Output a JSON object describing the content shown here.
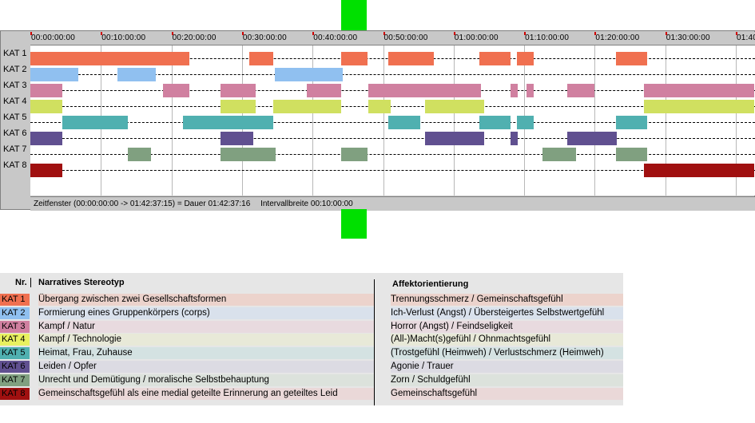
{
  "timeline": {
    "ticks": [
      "00:00:00:00",
      "00:10:00:00",
      "00:20:00:00",
      "00:30:00:00",
      "00:40:00:00",
      "00:50:00:00",
      "01:00:00:00",
      "01:10:00:00",
      "01:20:00:00",
      "01:30:00:00",
      "01:40"
    ],
    "categories": [
      {
        "label": "KAT 1",
        "color": "#f07050",
        "segments": [
          [
            0,
            22.5
          ],
          [
            31,
            34.4
          ],
          [
            44,
            47.8
          ],
          [
            50.7,
            57.2
          ],
          [
            63.6,
            68.1
          ],
          [
            69,
            71.4
          ],
          [
            83,
            87.4
          ]
        ]
      },
      {
        "label": "KAT 2",
        "color": "#90c0f0",
        "segments": [
          [
            0,
            6.8
          ],
          [
            12.4,
            17.8
          ],
          [
            34.7,
            44.3
          ]
        ]
      },
      {
        "label": "KAT 3",
        "color": "#d080a0",
        "segments": [
          [
            0,
            4.5
          ],
          [
            18.8,
            22.5
          ],
          [
            26.9,
            31.9
          ],
          [
            39.2,
            44.1
          ],
          [
            47.9,
            63.9
          ],
          [
            68.1,
            69.1
          ],
          [
            70.3,
            71.4
          ],
          [
            76.1,
            79.9
          ],
          [
            87,
            102.6
          ]
        ]
      },
      {
        "label": "KAT 4",
        "color": "#d0e060",
        "segments": [
          [
            0,
            4.5
          ],
          [
            26.9,
            31.9
          ],
          [
            34.4,
            44.1
          ],
          [
            47.9,
            51.1
          ],
          [
            55.9,
            64.3
          ],
          [
            87,
            102.6
          ]
        ]
      },
      {
        "label": "KAT 5",
        "color": "#50b0b0",
        "segments": [
          [
            4.5,
            13.8
          ],
          [
            21.6,
            34.4
          ],
          [
            50.7,
            55.3
          ],
          [
            63.6,
            68.1
          ],
          [
            69,
            71.4
          ],
          [
            83,
            87.4
          ]
        ]
      },
      {
        "label": "KAT 6",
        "color": "#605090",
        "segments": [
          [
            0,
            4.5
          ],
          [
            26.9,
            31.6
          ],
          [
            55.9,
            64.3
          ],
          [
            68.1,
            69.1
          ],
          [
            76.1,
            83.1
          ]
        ]
      },
      {
        "label": "KAT 7",
        "color": "#80a080",
        "segments": [
          [
            13.8,
            17.1
          ],
          [
            26.9,
            34.8
          ],
          [
            44,
            47.8
          ],
          [
            72.6,
            77.3
          ],
          [
            83,
            87.4
          ]
        ]
      },
      {
        "label": "KAT 8",
        "color": "#a01010",
        "segments": [
          [
            0,
            4.5
          ],
          [
            87,
            102.6
          ]
        ]
      }
    ],
    "status": [
      "Zeitfenster (00:00:00:00 -> 01:42:37:15) = Dauer 01:42:37:16",
      "Intervallbreite 00:10:00:00"
    ]
  },
  "legend": {
    "header_nr": "Nr.",
    "header_stereotyp": "Narratives Stereotyp",
    "header_affekt": "Affektorientierung",
    "rows": [
      {
        "kat": "KAT 1",
        "color": "#f07050",
        "bg": "#ecd3cc",
        "stereotyp": "Übergang zwischen zwei Gesellschaftsformen",
        "affekt": "Trennungsschmerz / Gemeinschaftsgefühl"
      },
      {
        "kat": "KAT 2",
        "color": "#90c0f0",
        "bg": "#d9e1ec",
        "stereotyp": "Formierung eines Gruppenkörpers (corps)",
        "affekt": "Ich-Verlust (Angst) / Übersteigertes Selbstwertgefühl"
      },
      {
        "kat": "KAT 3",
        "color": "#d080a0",
        "bg": "#e8dadf",
        "stereotyp": "Kampf / Natur",
        "affekt": "Horror (Angst) / Feindseligkeit"
      },
      {
        "kat": "KAT 4",
        "color": "#e8f060",
        "bg": "#e8e9d8",
        "stereotyp": "Kampf / Technologie",
        "affekt": "(All-)Macht(s)gefühl / Ohnmachtsgefühl"
      },
      {
        "kat": "KAT 5",
        "color": "#50b0b0",
        "bg": "#d4e2e2",
        "stereotyp": "Heimat, Frau, Zuhause",
        "affekt": "(Trostgefühl (Heimweh) / Verlustschmerz (Heimweh)"
      },
      {
        "kat": "KAT 6",
        "color": "#605090",
        "bg": "#dcdbe3",
        "stereotyp": "Leiden / Opfer",
        "affekt": "Agonie / Trauer"
      },
      {
        "kat": "KAT 7",
        "color": "#80a080",
        "bg": "#dce2dc",
        "stereotyp": "Unrecht und Demütigung / moralische Selbstbehauptung",
        "affekt": "Zorn / Schuldgefühl"
      },
      {
        "kat": "KAT 8",
        "color": "#a01010",
        "bg": "#ead8d8",
        "stereotyp": "Gemeinschaftsgefühl als eine medial geteilte Erinnerung an geteiltes Leid",
        "affekt": "Gemeinschaftsgefühl"
      }
    ]
  }
}
